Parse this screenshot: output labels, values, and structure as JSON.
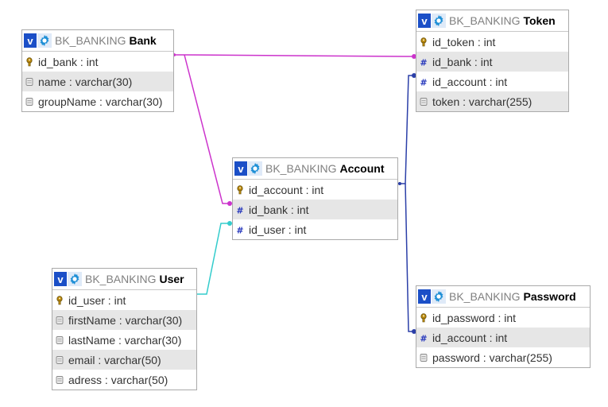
{
  "database": "BK_BANKING",
  "badge_label": "v",
  "colors": {
    "link_bank_account": "#cc33cc",
    "link_bank_token": "#cc33cc",
    "link_user_account": "#33cccc",
    "link_account_token": "#2b3fa8",
    "link_account_password": "#2b3fa8",
    "badge": "#1b4fc7"
  },
  "tables": {
    "bank": {
      "name": "Bank",
      "fields": [
        {
          "text": "id_bank : int",
          "key": "primary"
        },
        {
          "text": "name : varchar(30)",
          "key": "none"
        },
        {
          "text": "groupName : varchar(30)",
          "key": "none"
        }
      ]
    },
    "token": {
      "name": "Token",
      "fields": [
        {
          "text": "id_token : int",
          "key": "primary"
        },
        {
          "text": "id_bank : int",
          "key": "foreign"
        },
        {
          "text": "id_account : int",
          "key": "foreign"
        },
        {
          "text": "token : varchar(255)",
          "key": "none"
        }
      ]
    },
    "account": {
      "name": "Account",
      "fields": [
        {
          "text": "id_account : int",
          "key": "primary"
        },
        {
          "text": "id_bank : int",
          "key": "foreign"
        },
        {
          "text": "id_user : int",
          "key": "foreign"
        }
      ]
    },
    "user": {
      "name": "User",
      "fields": [
        {
          "text": "id_user : int",
          "key": "primary"
        },
        {
          "text": "firstName : varchar(30)",
          "key": "none"
        },
        {
          "text": "lastName : varchar(30)",
          "key": "none"
        },
        {
          "text": "email : varchar(50)",
          "key": "none"
        },
        {
          "text": "adress : varchar(50)",
          "key": "none"
        }
      ]
    },
    "password": {
      "name": "Password",
      "fields": [
        {
          "text": "id_password : int",
          "key": "primary"
        },
        {
          "text": "id_account : int",
          "key": "foreign"
        },
        {
          "text": "password : varchar(255)",
          "key": "none"
        }
      ]
    }
  }
}
